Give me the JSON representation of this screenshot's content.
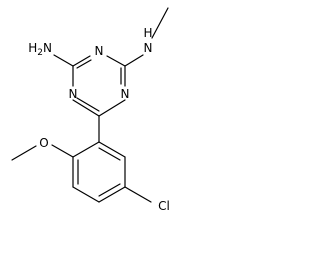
{
  "molecule": {
    "atoms": {
      "amine_nh2": "H2N",
      "amine_nh2_main": "H",
      "amine_nh2_sub": "2",
      "amine_nh2_tail": "N",
      "amine_nh": "N",
      "amine_nh_h": "H",
      "ring_n_top": "N",
      "ring_n_left": "N",
      "ring_n_right": "N",
      "methoxy_o": "O",
      "chloro": "Cl"
    },
    "colors": {
      "bond": "#000000",
      "label": "#000000",
      "background": "#ffffff"
    }
  }
}
